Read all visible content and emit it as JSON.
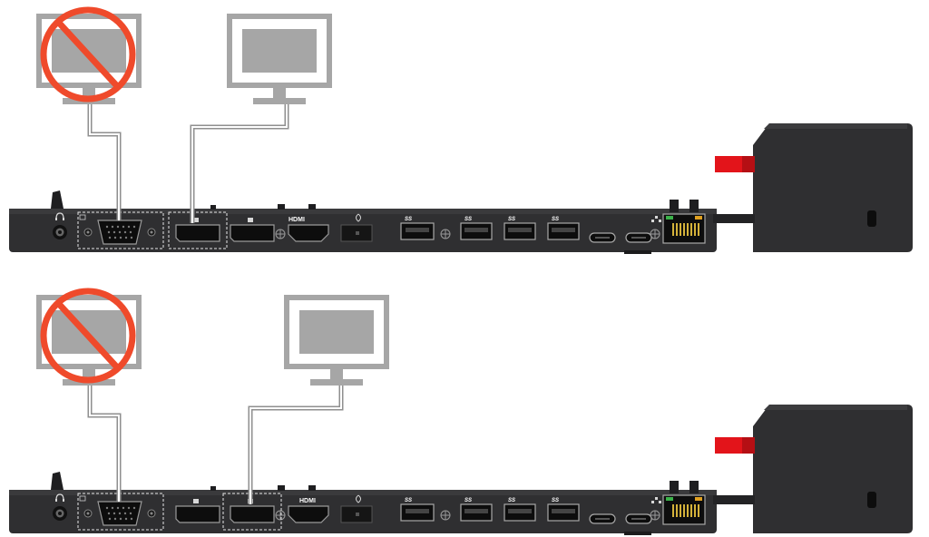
{
  "colors": {
    "dock_body": "#2f2f31",
    "dock_edge": "#1b1b1c",
    "port_black": "#0d0d0d",
    "monitor_gray": "#a6a6a6",
    "monitor_screen": "#a6a6a6",
    "cable_gray": "#8f8f8f",
    "prohibit_red": "#ef4a2b",
    "latch_red": "#e3141a",
    "ethernet_contacts": "#d4b23a",
    "ethernet_led_green": "#3bb34a"
  },
  "icons": {
    "prohibited_monitor": "monitor-prohibited-icon",
    "allowed_monitor": "monitor-icon",
    "headphone": "headphone-icon",
    "displayport": "displayport-icon",
    "usb_superspeed": "usb-superspeed-icon",
    "power": "power-icon",
    "ethernet": "ethernet-icon"
  },
  "port_labels": {
    "hdmi": "HDMI",
    "ss": "SS"
  },
  "scenarios": [
    {
      "id": "top",
      "unused_port": "VGA",
      "active_port": "DisplayPort 1 (highlighted)"
    },
    {
      "id": "bottom",
      "unused_port": "VGA",
      "active_port": "DisplayPort 2 (highlighted)"
    }
  ]
}
